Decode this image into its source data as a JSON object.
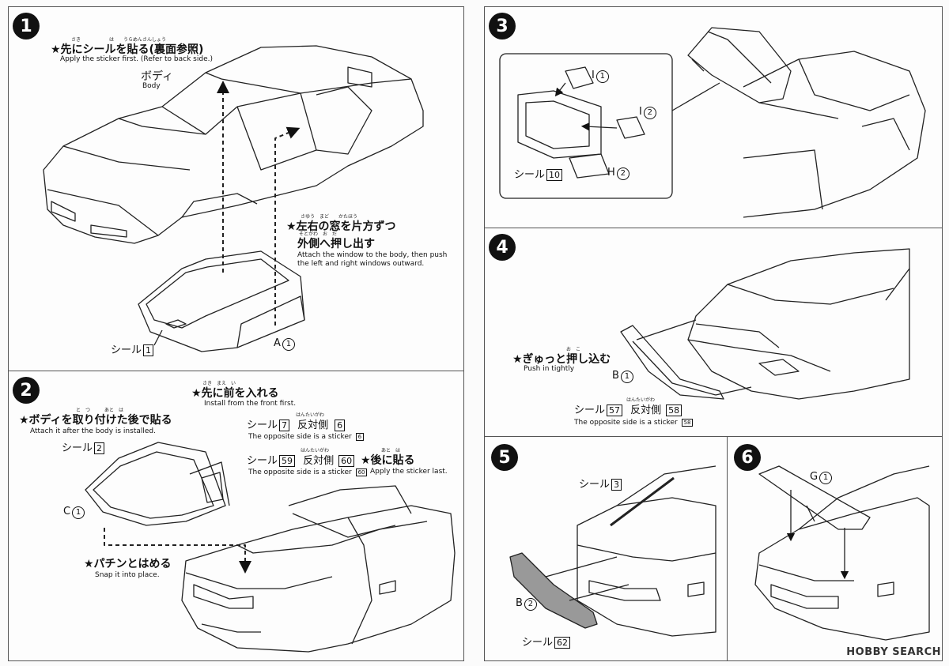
{
  "steps": {
    "s1": {
      "number": "1",
      "sticker_first_jp": "★先にシールを貼る(裏面参照)",
      "sticker_first_ruby": "さき　　　　　　は　　うらめんさんしょう",
      "sticker_first_en": "Apply the sticker first. (Refer to back side.)",
      "body_jp": "ボディ",
      "body_en": "Body",
      "window_jp_1": "★左右の窓を片方ずつ",
      "window_ruby_1": "さゆう　まど　　かたほう",
      "window_jp_2": "外側へ押し出す",
      "window_ruby_2": "そとがわ　お　だ",
      "window_en_1": "Attach the window to the body, then push",
      "window_en_2": "the left and right windows outward.",
      "sticker_label": "シール",
      "sticker_no": "1",
      "part_label": "A",
      "part_no": "1"
    },
    "s2": {
      "number": "2",
      "front_first_jp": "★先に前を入れる",
      "front_first_ruby": "さき　まえ　い",
      "front_first_en": "Install from the front first.",
      "after_body_jp": "★ボディを取り付けた後で貼る",
      "after_body_ruby": "と　つ　　　あと　は",
      "after_body_en": "Attach it after the body is installed.",
      "sticker_label": "シール",
      "sticker_2": "2",
      "sticker_7": "7",
      "opposite_jp": "反対側",
      "opposite_ruby": "はんたいがわ",
      "sticker_6": "6",
      "opposite_en_a": "The opposite side is a sticker",
      "opposite_en_a_no": "6",
      "sticker_59": "59",
      "sticker_60": "60",
      "opposite_en_b": "The opposite side is a sticker",
      "opposite_en_b_no": "60",
      "later_jp": "★後に貼る",
      "later_ruby": "あと　は",
      "later_en": "Apply the sticker last.",
      "part_label": "C",
      "part_no": "1",
      "snap_jp": "★パチンとはめる",
      "snap_en": "Snap it into place."
    },
    "s3": {
      "number": "3",
      "part_i1_label": "I",
      "part_i1_no": "1",
      "part_i2_label": "I",
      "part_i2_no": "2",
      "sticker_label": "シール",
      "sticker_no": "10",
      "part_h_label": "H",
      "part_h_no": "2"
    },
    "s4": {
      "number": "4",
      "push_jp": "★ぎゅっと押し込む",
      "push_ruby": "お　こ",
      "push_en": "Push in tightly",
      "part_label": "B",
      "part_no": "1",
      "sticker_label": "シール",
      "sticker_no": "57",
      "opposite_jp": "反対側",
      "opposite_ruby": "はんたいがわ",
      "sticker_opp": "58",
      "opposite_en": "The opposite side is a sticker",
      "opposite_en_no": "58"
    },
    "s5": {
      "number": "5",
      "sticker_label": "シール",
      "sticker_top": "3",
      "part_label": "B",
      "part_no": "2",
      "sticker_bottom": "62"
    },
    "s6": {
      "number": "6",
      "part_label": "G",
      "part_no": "1"
    }
  },
  "watermark": "HOBBY SEARCH"
}
